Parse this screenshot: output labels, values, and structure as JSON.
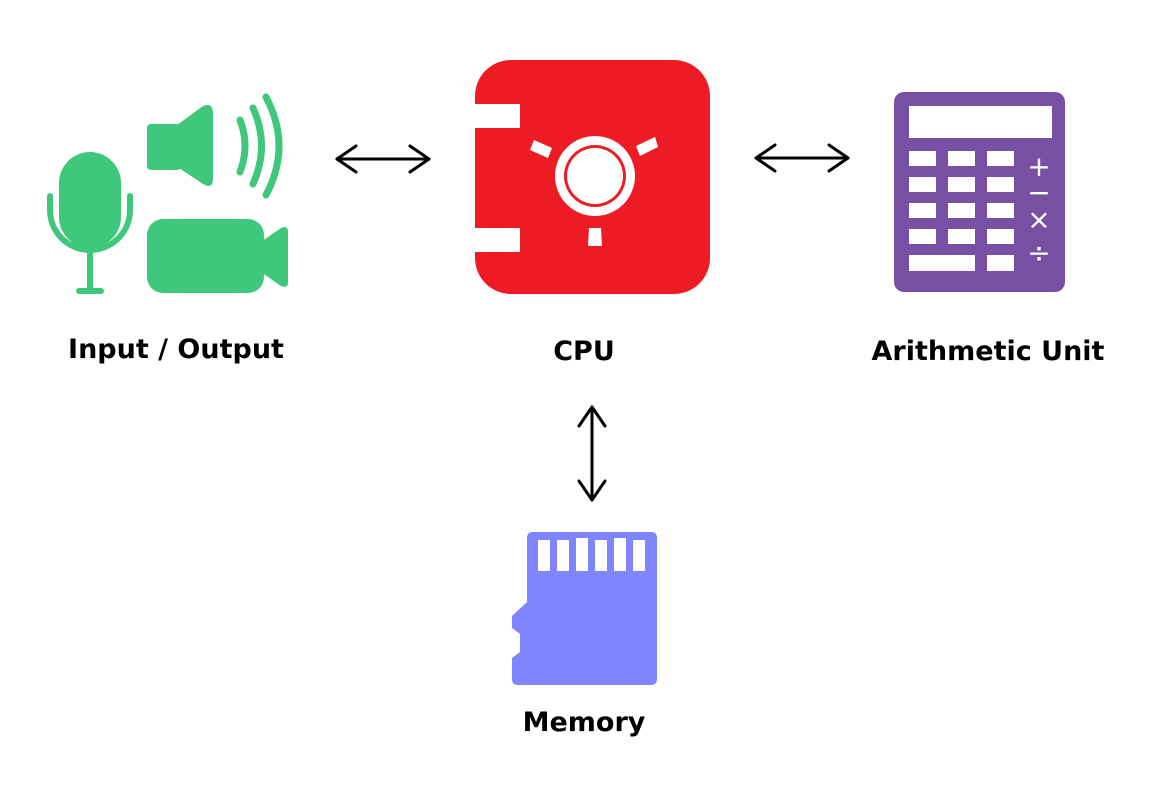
{
  "nodes": {
    "io": {
      "label": "Input / Output",
      "color": "#3FC77B",
      "icons": [
        "microphone-icon",
        "speaker-icon",
        "video-camera-icon"
      ]
    },
    "cpu": {
      "label": "CPU",
      "color": "#ED1C24",
      "icon": "cpu-safe-icon"
    },
    "alu": {
      "label": "Arithmetic Unit",
      "color": "#7750A4",
      "icon": "calculator-icon"
    },
    "memory": {
      "label": "Memory",
      "color": "#7F84FF",
      "icon": "memory-card-icon"
    }
  },
  "connections": [
    {
      "from": "io",
      "to": "cpu",
      "type": "bidirectional"
    },
    {
      "from": "cpu",
      "to": "alu",
      "type": "bidirectional"
    },
    {
      "from": "cpu",
      "to": "memory",
      "type": "bidirectional"
    }
  ],
  "calculator_symbols": {
    "plus": "+",
    "minus": "−",
    "times": "×",
    "divide": "÷"
  }
}
